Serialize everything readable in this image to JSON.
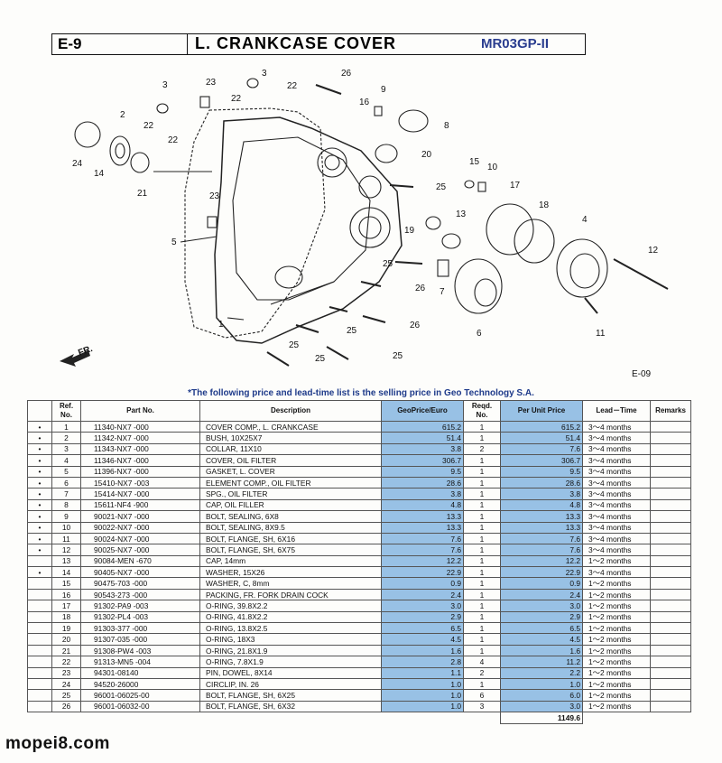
{
  "header": {
    "section": "E-9",
    "title": "L. CRANKCASE COVER",
    "model": "MR03GP-II"
  },
  "diagram": {
    "code": "E-09",
    "fr_label": "FR.",
    "callouts": [
      "1",
      "2",
      "3",
      "3",
      "4",
      "5",
      "6",
      "7",
      "8",
      "9",
      "10",
      "11",
      "12",
      "13",
      "14",
      "15",
      "16",
      "17",
      "18",
      "19",
      "20",
      "21",
      "22",
      "22",
      "22",
      "22",
      "23",
      "23",
      "24",
      "25",
      "25",
      "25",
      "25",
      "25",
      "25",
      "26",
      "26",
      "26"
    ]
  },
  "note": "*The following price and lead-time list is the selling price in Geo Technology S.A.",
  "table": {
    "headers": {
      "mark": "",
      "ref": "Ref. No.",
      "part_no": "Part No.",
      "description": "Description",
      "price": "GeoPrice/Euro",
      "qty": "Reqd. No.",
      "unit_price": "Per Unit Price",
      "lead_time": "Lead－Time",
      "remarks": "Remarks"
    },
    "rows": [
      {
        "mark": "•",
        "ref": "1",
        "part": "11340-NX7 -000",
        "desc": "COVER COMP., L. CRANKCASE",
        "price": "615.2",
        "qty": "1",
        "unit": "615.2",
        "lead": "3～4 months"
      },
      {
        "mark": "•",
        "ref": "2",
        "part": "11342-NX7 -000",
        "desc": "BUSH, 10X25X7",
        "price": "51.4",
        "qty": "1",
        "unit": "51.4",
        "lead": "3～4 months"
      },
      {
        "mark": "•",
        "ref": "3",
        "part": "11343-NX7 -000",
        "desc": "COLLAR, 11X10",
        "price": "3.8",
        "qty": "2",
        "unit": "7.6",
        "lead": "3～4 months"
      },
      {
        "mark": "•",
        "ref": "4",
        "part": "11346-NX7 -000",
        "desc": "COVER, OIL FILTER",
        "price": "306.7",
        "qty": "1",
        "unit": "306.7",
        "lead": "3～4 months"
      },
      {
        "mark": "•",
        "ref": "5",
        "part": "11396-NX7 -000",
        "desc": "GASKET, L. COVER",
        "price": "9.5",
        "qty": "1",
        "unit": "9.5",
        "lead": "3～4 months"
      },
      {
        "mark": "•",
        "ref": "6",
        "part": "15410-NX7 -003",
        "desc": "ELEMENT COMP., OIL FILTER",
        "price": "28.6",
        "qty": "1",
        "unit": "28.6",
        "lead": "3～4 months"
      },
      {
        "mark": "•",
        "ref": "7",
        "part": "15414-NX7 -000",
        "desc": "SPG., OIL FILTER",
        "price": "3.8",
        "qty": "1",
        "unit": "3.8",
        "lead": "3～4 months"
      },
      {
        "mark": "•",
        "ref": "8",
        "part": "15611-NF4 -900",
        "desc": "CAP, OIL FILLER",
        "price": "4.8",
        "qty": "1",
        "unit": "4.8",
        "lead": "3～4 months"
      },
      {
        "mark": "•",
        "ref": "9",
        "part": "90021-NX7 -000",
        "desc": "BOLT, SEALING, 6X8",
        "price": "13.3",
        "qty": "1",
        "unit": "13.3",
        "lead": "3～4 months"
      },
      {
        "mark": "•",
        "ref": "10",
        "part": "90022-NX7 -000",
        "desc": "BOLT, SEALING, 8X9.5",
        "price": "13.3",
        "qty": "1",
        "unit": "13.3",
        "lead": "3～4 months"
      },
      {
        "mark": "•",
        "ref": "11",
        "part": "90024-NX7 -000",
        "desc": "BOLT, FLANGE, SH, 6X16",
        "price": "7.6",
        "qty": "1",
        "unit": "7.6",
        "lead": "3～4 months"
      },
      {
        "mark": "•",
        "ref": "12",
        "part": "90025-NX7 -000",
        "desc": "BOLT, FLANGE, SH, 6X75",
        "price": "7.6",
        "qty": "1",
        "unit": "7.6",
        "lead": "3～4 months"
      },
      {
        "mark": "",
        "ref": "13",
        "part": "90084-MEN -670",
        "desc": "CAP, 14mm",
        "price": "12.2",
        "qty": "1",
        "unit": "12.2",
        "lead": "1～2 months"
      },
      {
        "mark": "•",
        "ref": "14",
        "part": "90405-NX7 -000",
        "desc": "WASHER, 15X26",
        "price": "22.9",
        "qty": "1",
        "unit": "22.9",
        "lead": "3～4 months"
      },
      {
        "mark": "",
        "ref": "15",
        "part": "90475-703 -000",
        "desc": "WASHER, C, 8mm",
        "price": "0.9",
        "qty": "1",
        "unit": "0.9",
        "lead": "1～2 months"
      },
      {
        "mark": "",
        "ref": "16",
        "part": "90543-273 -000",
        "desc": "PACKING,  FR. FORK DRAIN COCK",
        "price": "2.4",
        "qty": "1",
        "unit": "2.4",
        "lead": "1～2 months"
      },
      {
        "mark": "",
        "ref": "17",
        "part": "91302-PA9 -003",
        "desc": "O-RING, 39.8X2.2",
        "price": "3.0",
        "qty": "1",
        "unit": "3.0",
        "lead": "1～2 months"
      },
      {
        "mark": "",
        "ref": "18",
        "part": "91302-PL4 -003",
        "desc": "O-RING, 41.8X2.2",
        "price": "2.9",
        "qty": "1",
        "unit": "2.9",
        "lead": "1～2 months"
      },
      {
        "mark": "",
        "ref": "19",
        "part": "91303-377 -000",
        "desc": "O-RING, 13.8X2.5",
        "price": "6.5",
        "qty": "1",
        "unit": "6.5",
        "lead": "1～2 months"
      },
      {
        "mark": "",
        "ref": "20",
        "part": "91307-035 -000",
        "desc": "O-RING, 18X3",
        "price": "4.5",
        "qty": "1",
        "unit": "4.5",
        "lead": "1～2 months"
      },
      {
        "mark": "",
        "ref": "21",
        "part": "91308-PW4 -003",
        "desc": "O-RING, 21.8X1.9",
        "price": "1.6",
        "qty": "1",
        "unit": "1.6",
        "lead": "1～2 months"
      },
      {
        "mark": "",
        "ref": "22",
        "part": "91313-MN5 -004",
        "desc": "O-RING, 7.8X1.9",
        "price": "2.8",
        "qty": "4",
        "unit": "11.2",
        "lead": "1～2 months"
      },
      {
        "mark": "",
        "ref": "23",
        "part": "94301-08140",
        "desc": "PIN, DOWEL, 8X14",
        "price": "1.1",
        "qty": "2",
        "unit": "2.2",
        "lead": "1～2 months"
      },
      {
        "mark": "",
        "ref": "24",
        "part": "94520-26000",
        "desc": "CIRCLIP, IN. 26",
        "price": "1.0",
        "qty": "1",
        "unit": "1.0",
        "lead": "1～2 months"
      },
      {
        "mark": "",
        "ref": "25",
        "part": "96001-06025-00",
        "desc": "BOLT, FLANGE, SH, 6X25",
        "price": "1.0",
        "qty": "6",
        "unit": "6.0",
        "lead": "1～2 months"
      },
      {
        "mark": "",
        "ref": "26",
        "part": "96001-06032-00",
        "desc": "BOLT, FLANGE, SH, 6X32",
        "price": "1.0",
        "qty": "3",
        "unit": "3.0",
        "lead": "1～2 months"
      }
    ],
    "total": "1149.6"
  },
  "watermark": "mopei8.com"
}
